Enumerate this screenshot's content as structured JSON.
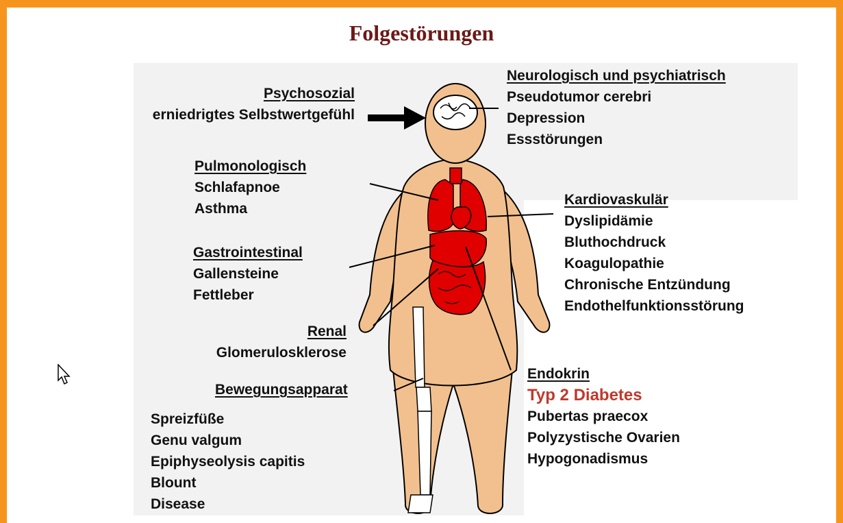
{
  "title": "Folgestörungen",
  "colors": {
    "frame": "#f7941d",
    "title": "#6b1a17",
    "body": "#f2c08e",
    "organ": "#e00000",
    "highlight": "#c0392b"
  },
  "psychosozial": {
    "heading": "Psychosozial",
    "items": [
      "erniedrigtes Selbstwertgefühl"
    ]
  },
  "neurologisch": {
    "heading": "Neurologisch und psychiatrisch",
    "items": [
      "Pseudotumor cerebri",
      "Depression",
      "Essstörungen"
    ]
  },
  "pulmonologisch": {
    "heading": "Pulmonologisch",
    "items": [
      "Schlafapnoe",
      "Asthma"
    ]
  },
  "kardiovaskular": {
    "heading": "Kardiovaskulär",
    "items": [
      "Dyslipidämie",
      "Bluthochdruck",
      "Koagulopathie",
      "Chronische Entzündung",
      "Endothelfunktionsstörung"
    ]
  },
  "gastrointestinal": {
    "heading": "Gastrointestinal",
    "items": [
      "Gallensteine",
      "Fettleber"
    ]
  },
  "renal": {
    "heading": "Renal",
    "items": [
      "Glomerulosklerose"
    ]
  },
  "endokrin": {
    "heading": "Endokrin",
    "highlight": "Typ 2 Diabetes",
    "items": [
      "Pubertas praecox",
      "Polyzystische Ovarien",
      "Hypogonadismus"
    ]
  },
  "bewegungsapparat": {
    "heading": "Bewegungsapparat",
    "items": [
      "Spreizfüße",
      "Genu valgum",
      "Epiphyseolysis capitis",
      "Blount",
      "Disease"
    ]
  },
  "icons": [
    "brain-icon",
    "arrow-right-icon",
    "mouse-cursor-icon"
  ]
}
